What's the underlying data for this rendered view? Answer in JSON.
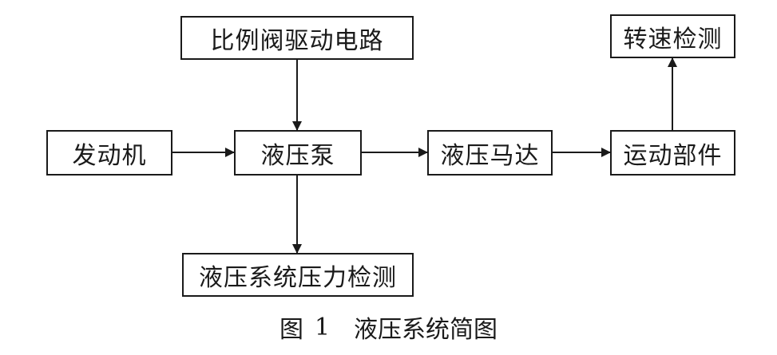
{
  "diagram": {
    "boxes": {
      "driver": "比例阀驱动电路",
      "engine": "发动机",
      "pump": "液压泵",
      "motor": "液压马达",
      "parts": "运动部件",
      "speed": "转速检测",
      "pressure": "液压系统压力检测"
    },
    "caption": {
      "label": "图",
      "number": "1",
      "title": "液压系统简图"
    },
    "edges": [
      {
        "from": "比例阀驱动电路",
        "to": "液压泵"
      },
      {
        "from": "发动机",
        "to": "液压泵"
      },
      {
        "from": "液压泵",
        "to": "液压马达"
      },
      {
        "from": "液压泵",
        "to": "液压系统压力检测"
      },
      {
        "from": "液压马达",
        "to": "运动部件"
      },
      {
        "from": "运动部件",
        "to": "转速检测"
      }
    ],
    "colors": {
      "line": "#1a1a1a",
      "background": "#ffffff"
    }
  }
}
